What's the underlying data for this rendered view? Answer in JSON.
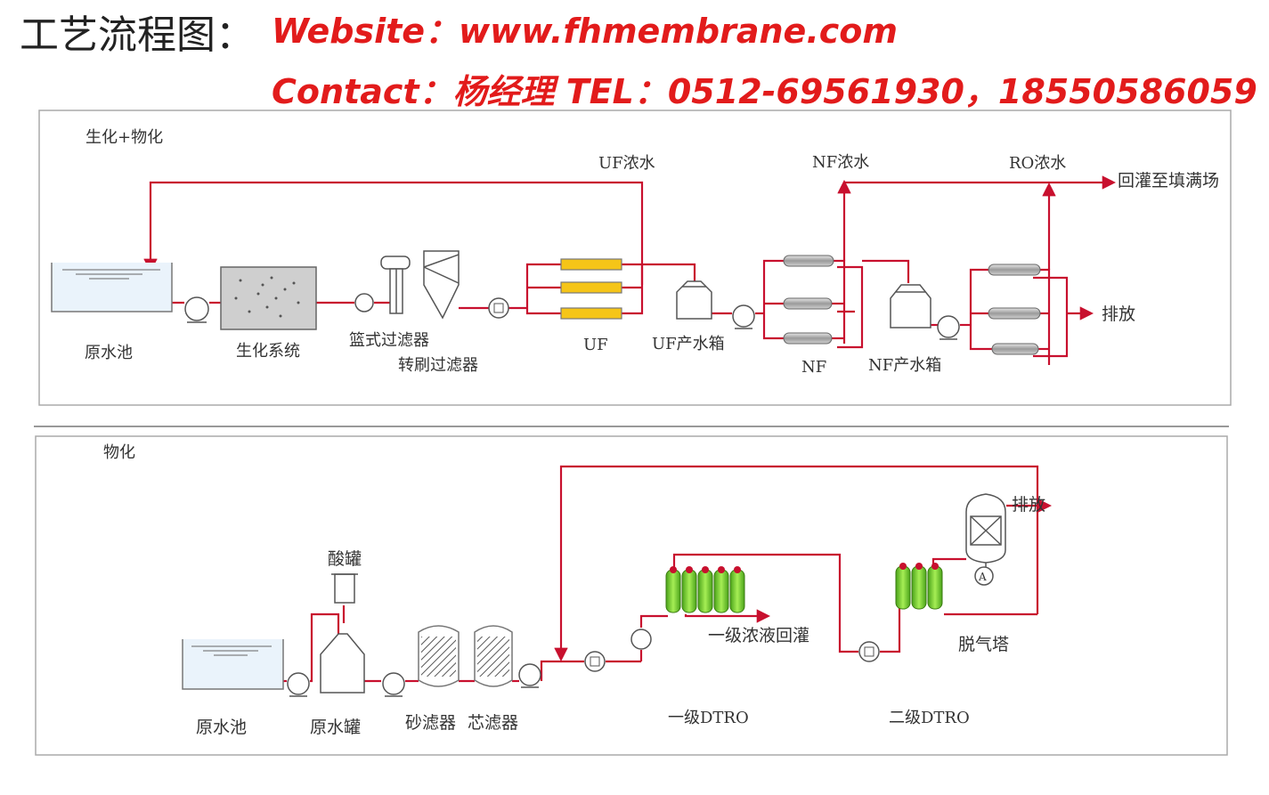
{
  "header": {
    "title": "工艺流程图：",
    "website": "Website：www.fhmembrane.com",
    "contact": "Contact：杨经理    TEL：0512-69561930，18550586059"
  },
  "panel_top": {
    "section_label": "生化+物化",
    "raw_tank": "原水池",
    "bio_system": "生化系统",
    "basket_filter": "篮式过滤器",
    "brush_filter": "转刷过滤器",
    "uf": "UF",
    "uf_tank": "UF产水箱",
    "nf": "NF",
    "nf_tank": "NF产水箱",
    "uf_concentrate": "UF浓水",
    "nf_concentrate": "NF浓水",
    "ro_concentrate": "RO浓水",
    "landfill": "回灌至填满场",
    "discharge": "排放"
  },
  "panel_bottom": {
    "section_label": "物化",
    "acid_tank": "酸罐",
    "raw_tank": "原水池",
    "raw_water_tank": "原水罐",
    "sand_filter": "砂滤器",
    "core_filter": "芯滤器",
    "dtro1": "一级DTRO",
    "dtro1_concentrate": "一级浓液回灌",
    "dtro2": "二级DTRO",
    "degas_tower": "脱气塔",
    "discharge": "排放"
  },
  "colors": {
    "pipe": "#c8102e",
    "header_red": "#e21b1b",
    "uf_module": "#f5c518",
    "dtro_module": "#7ed321"
  }
}
